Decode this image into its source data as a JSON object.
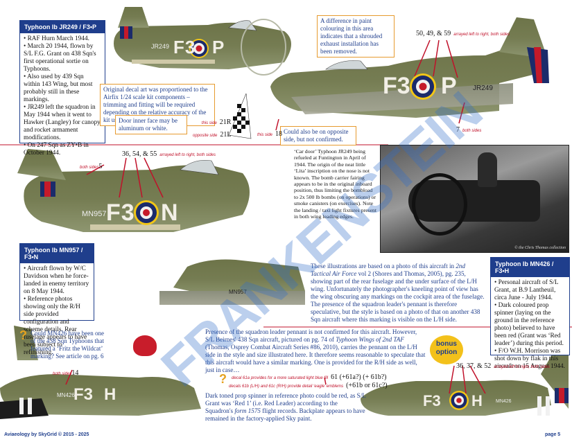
{
  "jr249": {
    "header": "Typhoon Ib JR249 / F3•P",
    "bullets": [
      "• RAF Hurn March 1944.",
      "• March 20 1944, flown by S/L F.G. Grant on 438 Sqn's first operational sortie on Typhoons.",
      "• Also used by 439 Sqn within 143 Wing, but most probably still in these markings.",
      "• JR249 left the squadron in May 1944 when it went to Hawker (Langley) for canopy and rocket armament modifications.",
      "• On 247 Sqn as ZY•B in October 1944."
    ],
    "code_small": "JR249",
    "code_big": "F3",
    "code_letter": "P",
    "serial_side": "JR249"
  },
  "notes": {
    "paint": "A difference in paint colouring in this area indicates that a shrouded exhaust installation has been removed.",
    "original": "Original decal art was proportioned to the Airfix 1/24 scale kit components – trimming and fitting will be required depending on the relative accuracy of the kit used in any scale.",
    "door": "Door inner face may be aluminum or white.",
    "opposite": "Could also be on opposite side, but not confirmed.",
    "mn426_q": "Could MN426 have been one of the 438 Sqn Typhoons that featured a ‘Fritz the Wildcat’ marking? See article on pg. 6"
  },
  "callouts": {
    "c505": "50, 49, & 59",
    "c505_sub": "arrayed left to right, both sides",
    "c7": "7",
    "c7_sub": "both sides",
    "c21r_lbl": "this side",
    "c21r": "21R",
    "c21l_lbl": "opposite side",
    "c21l": "21L",
    "c18_lbl": "this side",
    "c18": "18",
    "c365": "36, 54, & 55",
    "c365_sub": "arrayed left to right, both sides",
    "c5_lbl": "both sides",
    "c5": "5",
    "c14_lbl": "both sides",
    "c14": "14",
    "c363": "36, 37, & 52",
    "c363_sub": "arrayed left to right, both sides",
    "c61_pre": "decal 61a provides for a more saturated light blue fill",
    "c61": "61 (+61a?) (+ 61b?)",
    "c61b_pre": "decals 61b (L/H) and 61c (R/H) provide detail ‘eagle’ emblems",
    "c61b": "(+61b or 61c?)"
  },
  "photo": {
    "caption": "‘Car door’ Typhoon JR249 being refueled at Funtington in April of 1944. The origin of the neat little ‘Lita’ inscription on the nose is not known. The bomb carrier fairing appears to be in the original inboard position, thus limiting the bombload to 2x 500 lb bombs (on operations) or smoke canisters (on exercises). Note the landing / taxi light fixtures present in both wing leading edges.",
    "credit": "© the Chris Thomas collection"
  },
  "mn957": {
    "header": "Typhoon Ib MN957 / F3•N",
    "bullets": [
      "• Aircraft flown by W/C Davidson when he force-landed in enemy territory on 8 May 1944.",
      "• Reference photos showing only the R/H side provided configuration and scheme details. Rear fuselage appears to have been subject to refinishing."
    ],
    "serial": "MN957",
    "code_big": "F3",
    "code_letter": "N",
    "serial_small": "MN957"
  },
  "illus": {
    "p1": "These illustrations are based on a photo of this aircraft in ",
    "book": "2nd Tactical Air Force",
    "p2": " vol 2 (Shores and Thomas, 2005), pg. 235, showing part of the rear fuselage and the under surface of the L/H wing. Unfortunately the photographer's kneeling point of view has the wing obscuring any markings on the cockpit area of the fuselage. The presence of the squadron leader's pennant is therefore speculative, but the style is based on a photo of that on another 438 Sqn aircraft where this marking is visible on the L/H side."
  },
  "mn426": {
    "header": "Typhoon Ib MN426 / F3•H",
    "bullets": [
      "• Personal aircraft of S/L Grant, at B.9 Lantheuil, circa June - July 1944.",
      "• Dark coloured prop spinner (laying on the ground in the reference photo) believed to have been red (Grant was ‘Red leader’) during this period.",
      "• F/O W.H. Morrison was shot down by flak in this aircraft on 15 August 1944."
    ],
    "serial": "MN426",
    "code_big": "F3",
    "code_letter": "H"
  },
  "presence": {
    "p1": "Presence of the squadron leader pennant is not confirmed for this aircraft. However, S/L Beirnes' 438 Sqn aircraft, pictured on pg. 74 of ",
    "book": "Typhoon Wings of 2nd TAF",
    "p2": " (Thomas, Osprey Combat Aircraft Series #86, 2010), carries the pennant on the L/H side in the style and size illustrated here. It therefore seems reasonable to speculate that this aircraft would have a similar marking. One is provided for the R/H side as well, just in case…"
  },
  "bonus": {
    "l1": "bonus",
    "l2": "option"
  },
  "spinner": {
    "p1": "Dark toned prop spinner in reference photo could be red, as S/L Grant was ‘Red 1’ (i.e. Red Leader) according to the Squadron's ",
    "form": "form 1575",
    "p2": " flight records. Backplate appears to have remained in the factory-applied Sky paint."
  },
  "footer": {
    "left": "Aviaeology by SkyGrid © 2015 - 2025",
    "right": "page 5"
  },
  "watermark": "FRANKENSTEIN"
}
